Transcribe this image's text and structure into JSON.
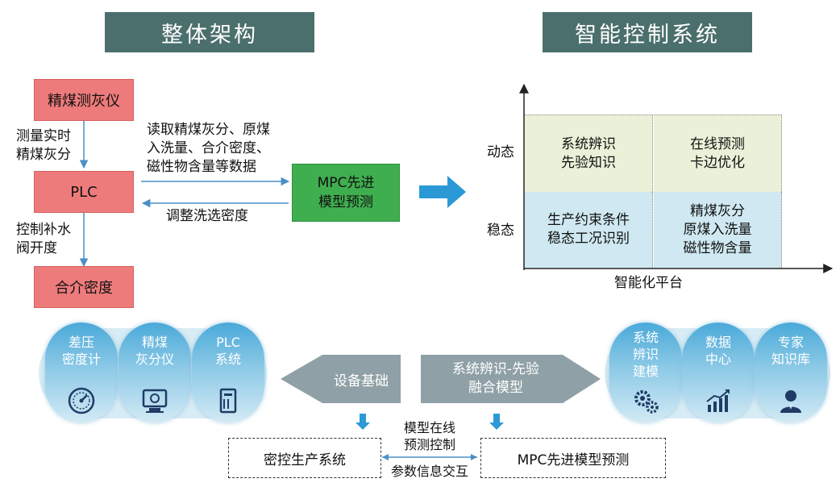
{
  "headers": {
    "left": "整体架构",
    "right": "智能控制系统"
  },
  "flow": {
    "box_top": "精煤测灰仪",
    "box_plc": "PLC",
    "box_bottom": "合介密度",
    "note_measure": [
      "测量实时",
      "精煤灰分"
    ],
    "note_control": [
      "控制补水",
      "阀开度"
    ],
    "note_read": [
      "读取精煤灰分、原煤",
      "入洗量、合介密度、",
      "磁性物含量等数据"
    ],
    "note_adjust": "调整洗选密度",
    "mpc_box": [
      "MPC先进",
      "模型预测"
    ]
  },
  "quadrant": {
    "ylabel_top": "动态",
    "ylabel_bottom": "稳态",
    "xlabel": "智能化平台",
    "tl": [
      "系统辨识",
      "先验知识"
    ],
    "tr": [
      "在线预测",
      "卡边优化"
    ],
    "bl": [
      "生产约束条件",
      "稳态工况识别"
    ],
    "br": [
      "精煤灰分",
      "原煤入洗量",
      "磁性物含量"
    ],
    "colors": {
      "top": "#eaf1d8",
      "bottom": "#cfe8f1"
    }
  },
  "pills_left": [
    {
      "label": [
        "差压",
        "密度计"
      ],
      "icon": "gauge-icon"
    },
    {
      "label": [
        "精煤",
        "灰分仪"
      ],
      "icon": "analyzer-icon"
    },
    {
      "label": [
        "PLC",
        "系统"
      ],
      "icon": "cabinet-icon"
    }
  ],
  "pills_right": [
    {
      "label": [
        "系统",
        "辨识",
        "建模"
      ],
      "icon": "gears-icon"
    },
    {
      "label": [
        "数据",
        "中心"
      ],
      "icon": "chart-icon"
    },
    {
      "label": [
        "专家",
        "知识库"
      ],
      "icon": "person-icon"
    }
  ],
  "arrows": {
    "left": "设备基础",
    "right": [
      "系统辨识-先验",
      "融合模型"
    ]
  },
  "bottom": {
    "left_box": "密控生产系统",
    "right_box": "MPC先进模型预测",
    "mid_top": [
      "模型在线",
      "预测控制"
    ],
    "mid_bottom": "参数信息交互"
  }
}
